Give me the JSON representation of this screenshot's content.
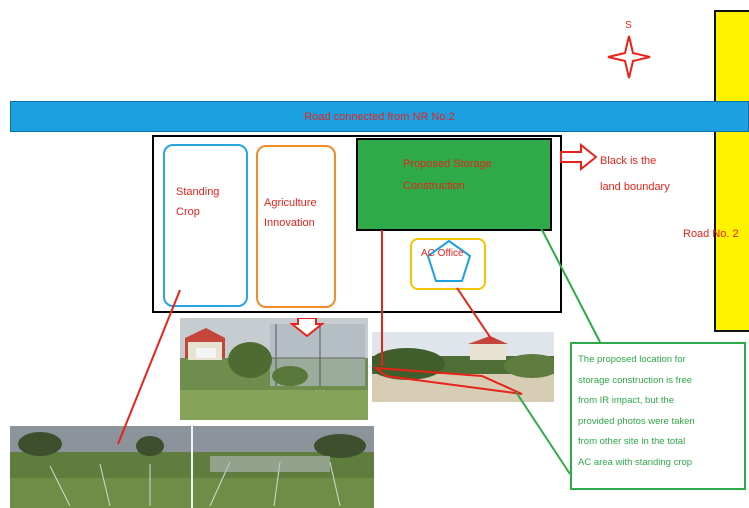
{
  "compass": {
    "label": "S"
  },
  "road_top": {
    "label": "Road connected from NR No.2"
  },
  "road_right": {
    "label": "Road No. 2"
  },
  "standing_crop": {
    "label_line1": "Standing",
    "label_line2": "Crop"
  },
  "agri_innovation": {
    "label_line1": "Agriculture",
    "label_line2": "Innovation"
  },
  "storage": {
    "label_line1": "Proposed Storage",
    "label_line2": "Construction"
  },
  "ac_office": {
    "label": "AC Office"
  },
  "boundary_note": {
    "line1": "Black is the",
    "line2": "land boundary"
  },
  "note": {
    "lines": [
      "The proposed location for",
      "storage construction is free",
      "from IR impact, but the",
      "provided photos were taken",
      "from other site in the total",
      "AC area with standing crop"
    ]
  },
  "colors": {
    "road_top": "#1ba1e2",
    "road_right": "#fff200",
    "label_red": "#e8231a",
    "storage_green": "#2eaa48",
    "crop_blue": "#2aa5e0",
    "agri_orange": "#f28c28",
    "office_yellow": "#f5c400"
  }
}
